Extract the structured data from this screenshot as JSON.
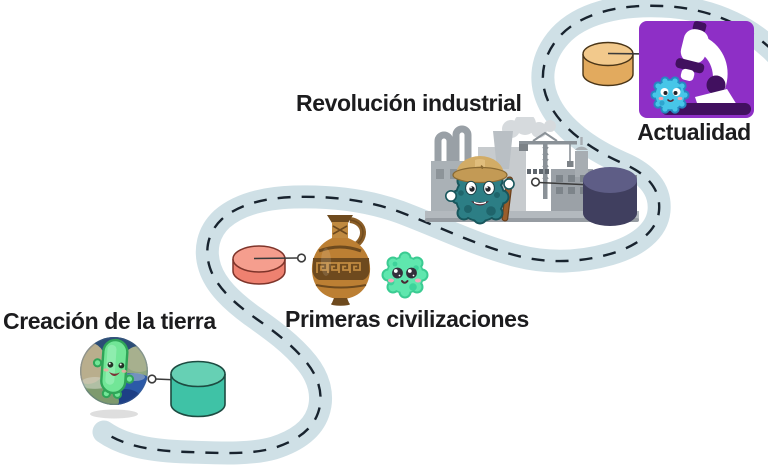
{
  "stages": [
    {
      "label": "Creación de la tierra",
      "illustration": "earth-with-green-microbe",
      "marker": "teal-cylinder"
    },
    {
      "label": "Primeras civilizaciones",
      "illustration": "amphora-and-green-microbe",
      "marker": "salmon-cylinder"
    },
    {
      "label": "Revolución industrial",
      "illustration": "factory-with-worker-microbe",
      "marker": "indigo-cylinder"
    },
    {
      "label": "Actualidad",
      "illustration": "microscope-with-cyan-microbe",
      "marker": "tan-cylinder"
    }
  ],
  "colors": {
    "background": "#ffffff",
    "road": "#cfe0e6",
    "road-dash": "#18232e",
    "text": "#1c1c1e",
    "teal-top": "#66d0b4",
    "teal-side": "#3fc2a6",
    "salmon-top": "#f59e8e",
    "salmon-side": "#ee8170",
    "indigo-top": "#5e5d86",
    "indigo-side": "#403f5f",
    "tan-top": "#f2c98c",
    "tan-side": "#e2aa5e",
    "card-purple": "#8e2fc6"
  }
}
